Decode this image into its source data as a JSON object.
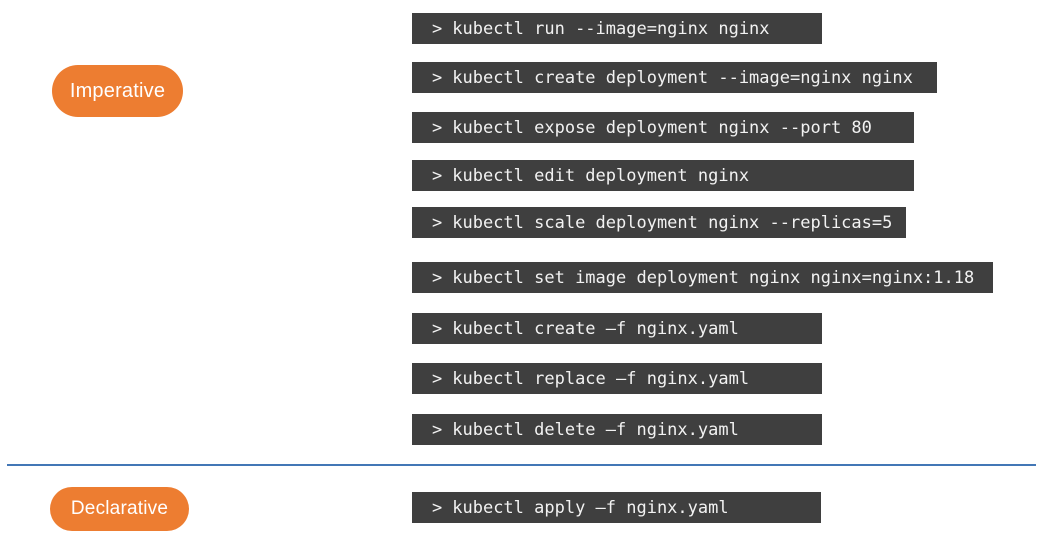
{
  "colors": {
    "pill_bg": "#ED7D31",
    "pill_text": "#FFFFFF",
    "terminal_bg": "#3F3F3F",
    "terminal_text": "#F2F2F2",
    "divider_blue": "#4377B6"
  },
  "sections": [
    {
      "id": "imperative",
      "label": "Imperative",
      "commands": [
        {
          "prompt": ">",
          "text": "kubectl run --image=nginx nginx"
        },
        {
          "prompt": ">",
          "text": "kubectl create deployment --image=nginx nginx"
        },
        {
          "prompt": ">",
          "text": "kubectl expose deployment nginx --port 80"
        },
        {
          "prompt": ">",
          "text": "kubectl edit deployment nginx"
        },
        {
          "prompt": ">",
          "text": "kubectl scale deployment nginx --replicas=5"
        },
        {
          "prompt": ">",
          "text": "kubectl set image deployment nginx nginx=nginx:1.18"
        },
        {
          "prompt": ">",
          "text": "kubectl create –f nginx.yaml"
        },
        {
          "prompt": ">",
          "text": "kubectl replace –f nginx.yaml"
        },
        {
          "prompt": ">",
          "text": "kubectl delete –f nginx.yaml"
        }
      ]
    },
    {
      "id": "declarative",
      "label": "Declarative",
      "commands": [
        {
          "prompt": ">",
          "text": "kubectl apply –f nginx.yaml"
        }
      ]
    }
  ]
}
